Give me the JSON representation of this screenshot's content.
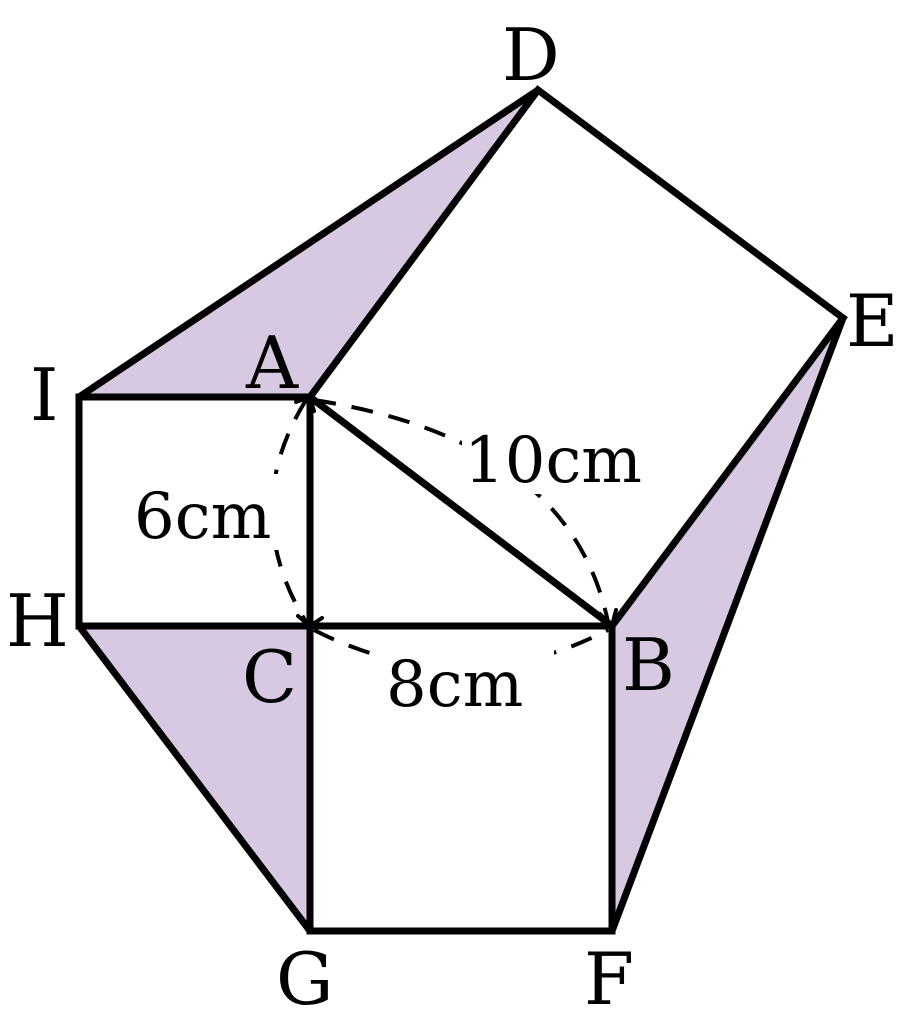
{
  "colors": {
    "shade": "#d6c9e1",
    "line": "#000000",
    "background": "#ffffff"
  },
  "vertices": {
    "A": "A",
    "B": "B",
    "C": "C",
    "D": "D",
    "E": "E",
    "F": "F",
    "G": "G",
    "H": "H",
    "I": "I"
  },
  "measurements": {
    "AC": "6cm",
    "CB": "8cm",
    "AB": "10cm"
  }
}
